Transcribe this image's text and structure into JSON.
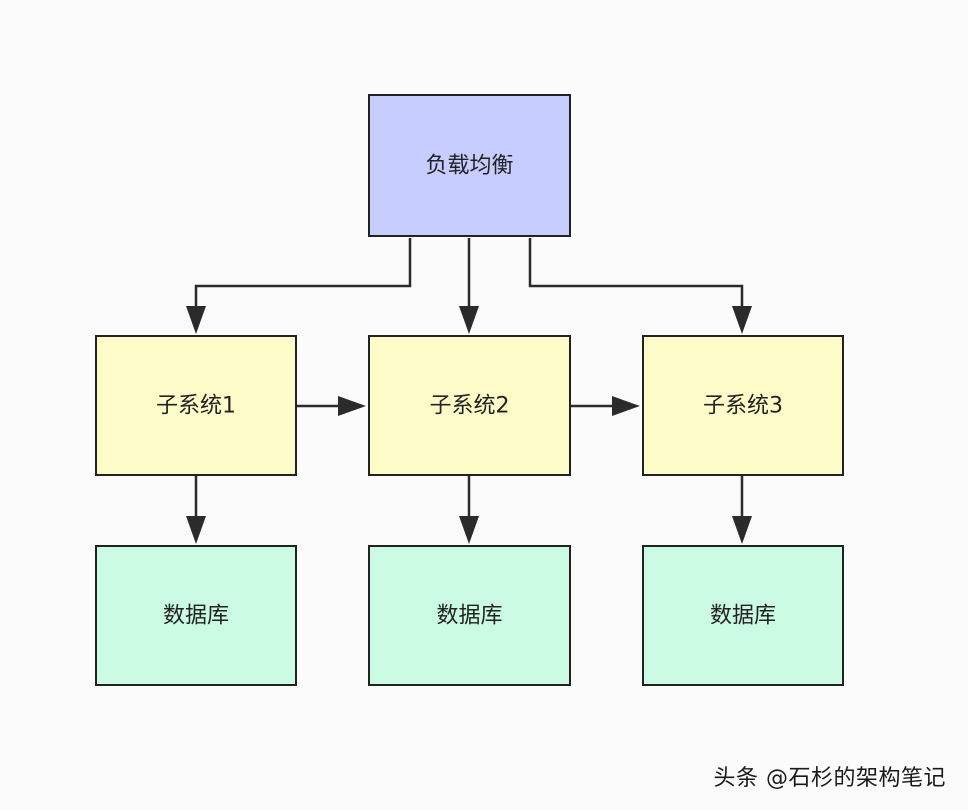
{
  "diagram": {
    "load_balancer": {
      "label": "负载均衡",
      "fill": "#c8cdff"
    },
    "subsystems": [
      {
        "label": "子系统1",
        "fill": "#fdfcc8"
      },
      {
        "label": "子系统2",
        "fill": "#fdfcc8"
      },
      {
        "label": "子系统3",
        "fill": "#fdfcc8"
      }
    ],
    "databases": [
      {
        "label": "数据库",
        "fill": "#cbfbe3"
      },
      {
        "label": "数据库",
        "fill": "#cbfbe3"
      },
      {
        "label": "数据库",
        "fill": "#cbfbe3"
      }
    ],
    "stroke_color": "#222222",
    "connector_color": "#2b2b2b"
  },
  "watermark": "头条 @石杉的架构笔记"
}
